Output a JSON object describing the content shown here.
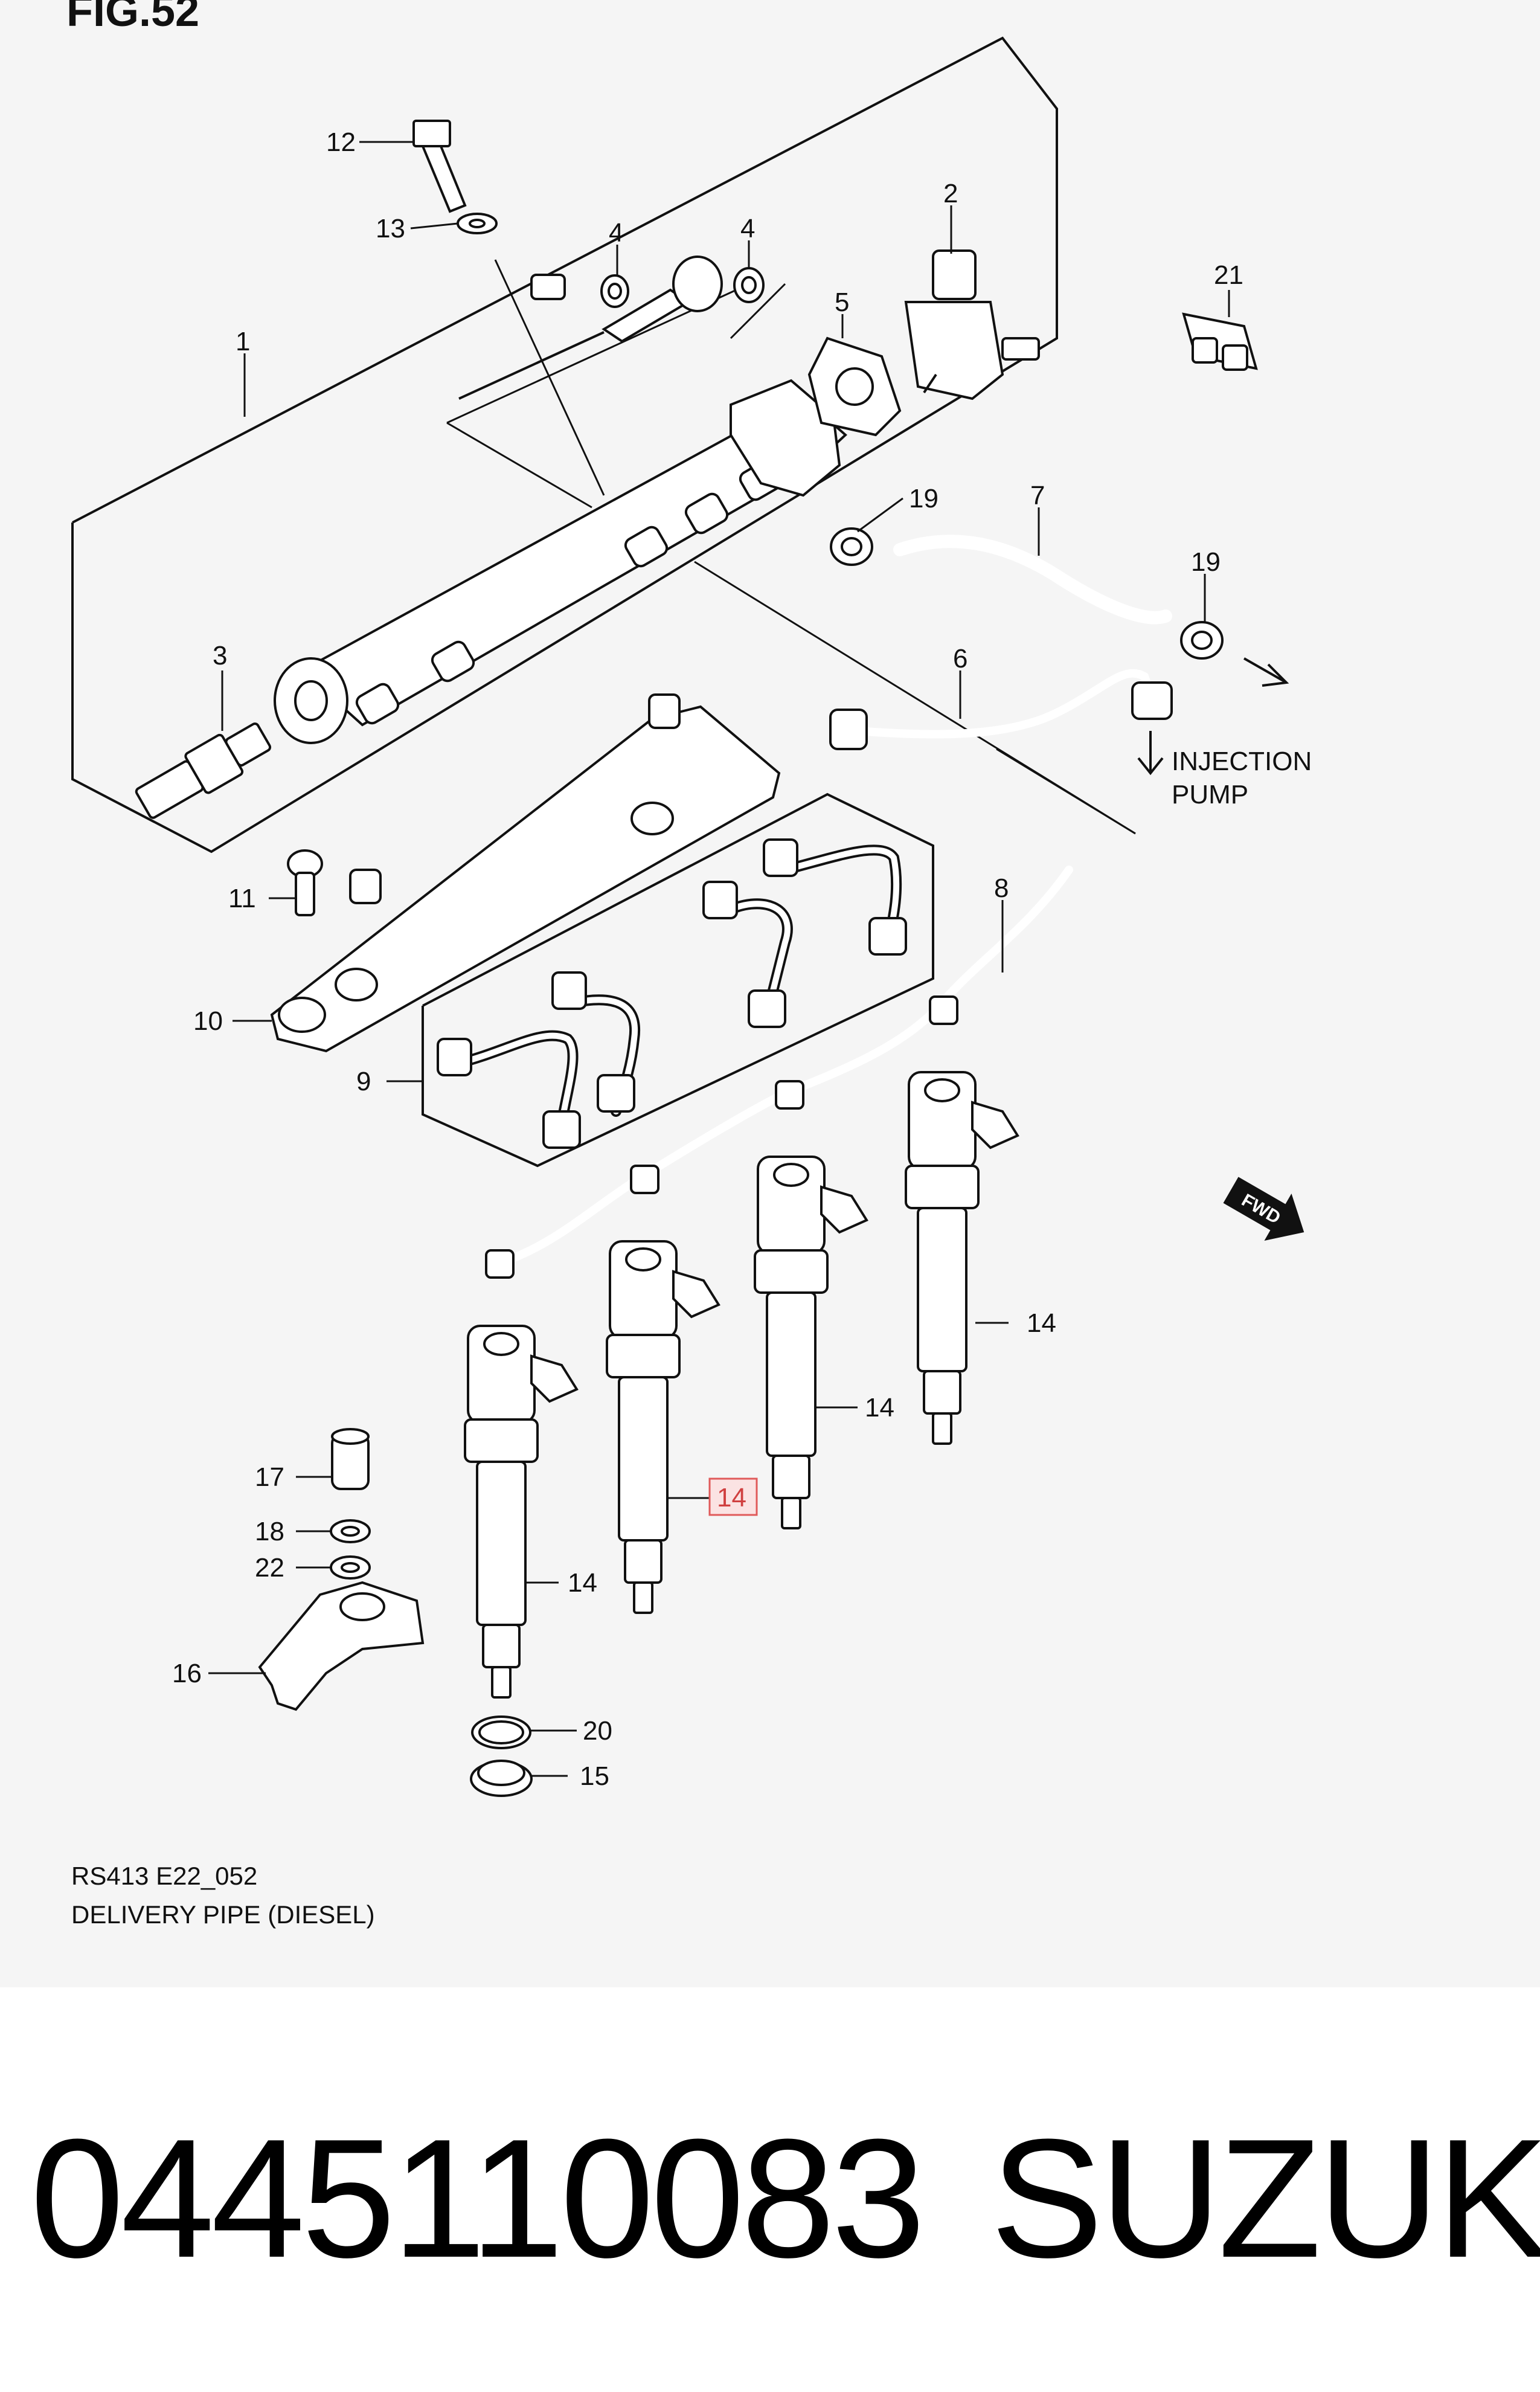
{
  "figure": {
    "title": "FIG.52",
    "code": "RS413 E22_052",
    "name": "DELIVERY PIPE (DIESEL)"
  },
  "callouts": [
    {
      "id": "c1",
      "text": "1"
    },
    {
      "id": "c2",
      "text": "2"
    },
    {
      "id": "c3",
      "text": "3"
    },
    {
      "id": "c4a",
      "text": "4"
    },
    {
      "id": "c4b",
      "text": "4"
    },
    {
      "id": "c5",
      "text": "5"
    },
    {
      "id": "c6",
      "text": "6"
    },
    {
      "id": "c7",
      "text": "7"
    },
    {
      "id": "c8",
      "text": "8"
    },
    {
      "id": "c9",
      "text": "9"
    },
    {
      "id": "c10",
      "text": "10"
    },
    {
      "id": "c11",
      "text": "11"
    },
    {
      "id": "c12",
      "text": "12"
    },
    {
      "id": "c13",
      "text": "13"
    },
    {
      "id": "c14a",
      "text": "14"
    },
    {
      "id": "c14b",
      "text": "14"
    },
    {
      "id": "c14c",
      "text": "14",
      "highlighted": true
    },
    {
      "id": "c14d",
      "text": "14"
    },
    {
      "id": "c15",
      "text": "15"
    },
    {
      "id": "c16",
      "text": "16"
    },
    {
      "id": "c17",
      "text": "17"
    },
    {
      "id": "c18",
      "text": "18"
    },
    {
      "id": "c19a",
      "text": "19"
    },
    {
      "id": "c19b",
      "text": "19"
    },
    {
      "id": "c20",
      "text": "20"
    },
    {
      "id": "c21",
      "text": "21"
    },
    {
      "id": "c22",
      "text": "22"
    }
  ],
  "annotations": {
    "injection_pump_line1": "INJECTION",
    "injection_pump_line2": "PUMP",
    "fwd": "FWD"
  },
  "product": {
    "part_number": "0445110083",
    "brand": "SUZUKI"
  },
  "colors": {
    "panel_background": "#f5f5f5",
    "highlight_box": "#e05a5a",
    "line": "#111111"
  }
}
